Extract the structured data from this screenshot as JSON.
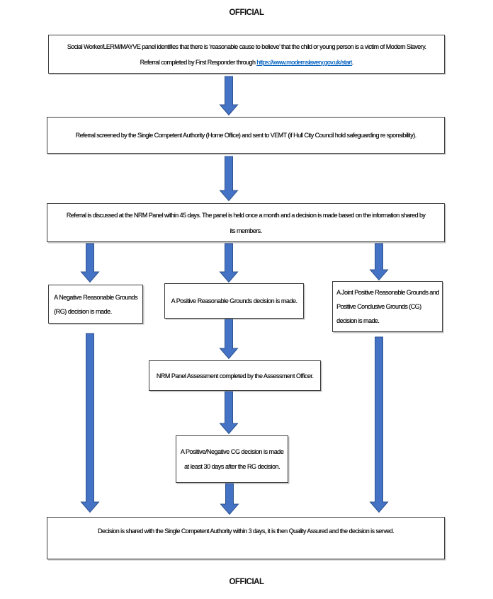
{
  "header": {
    "classification": "OFFICIAL"
  },
  "footer": {
    "classification": "OFFICIAL"
  },
  "colors": {
    "arrow_fill": "#4472C4",
    "arrow_stroke": "#2F528F",
    "link": "#0563C1",
    "box_border": "#3d3d3d"
  },
  "flow": {
    "referral_identified": {
      "line1": "Social Worker/LERM/MAYVE panel identifies that there is ‘reasonable cause to believe’ that the child or young person is a victim of Modern Slavery.",
      "line2_prefix": "Referral completed by First Responder through ",
      "link_text": "https://www.modernslavery.gov.uk/start",
      "line2_suffix": "."
    },
    "screened": {
      "text": "Referral screened by the Single Competent Authority (Home Office) and sent to VEMT (if Hull City Council hold safeguarding re sponsibility)."
    },
    "panel_discussion": {
      "line1": "Referral is discussed at the NRM Panel within 45 days. The panel is held once a month and a decision is made based on the information shared by",
      "line2": "its members."
    },
    "negative_rg": {
      "text": "A Negative Reasonable Grounds (RG) decision is made."
    },
    "positive_rg": {
      "text": "A Positive Reasonable Grounds decision is made."
    },
    "joint_positive": {
      "text": "A Joint Positive Reasonable Grounds and Positive Conclusive Grounds (CG) decision is made."
    },
    "nrm_assessment": {
      "text": "NRM Panel Assessment completed by the Assessment Officer."
    },
    "cg_decision": {
      "line1": "A Positive/Negative CG decision is made",
      "line2": "at least 30 days after the RG decision."
    },
    "decision_shared": {
      "text": "Decision is shared with the Single Competent Authority within 3 days, it is then Quality Assured and the decision is served."
    }
  }
}
